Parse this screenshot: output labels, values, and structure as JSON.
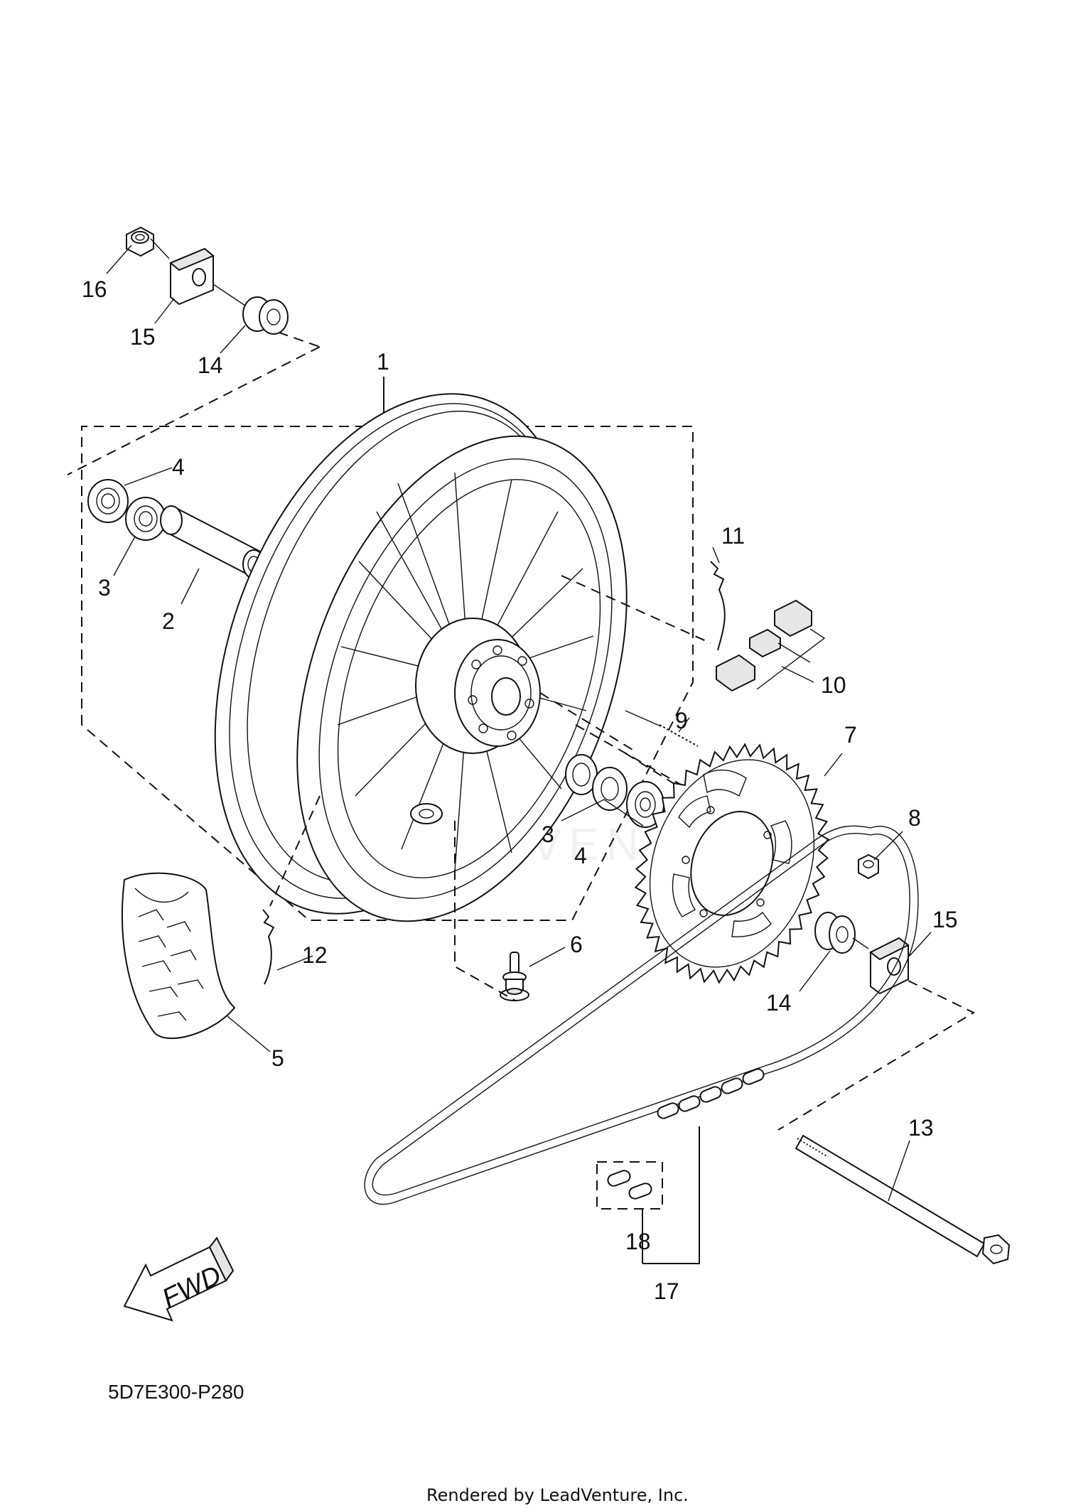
{
  "diagram": {
    "ref_code": "5D7E300-P280",
    "credit": "Rendered by LeadVenture, Inc.",
    "watermark": "LEADVENTURE",
    "fwd_label": "FWD",
    "callouts": {
      "c1": "1",
      "c2": "2",
      "c3a": "3",
      "c3b": "3",
      "c4a": "4",
      "c4b": "4",
      "c5": "5",
      "c6": "6",
      "c7": "7",
      "c8": "8",
      "c9": "9",
      "c10": "10",
      "c11": "11",
      "c12": "12",
      "c13": "13",
      "c14a": "14",
      "c14b": "14",
      "c15a": "15",
      "c15b": "15",
      "c16": "16",
      "c17": "17",
      "c18": "18"
    }
  }
}
